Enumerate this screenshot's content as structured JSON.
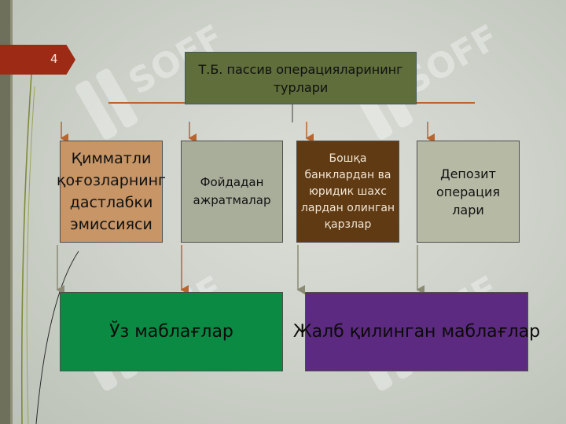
{
  "slide": {
    "page_number": "4",
    "watermark": "SOFF"
  },
  "diagram": {
    "title": "Т.Б. пассив операцияларининг\nтурлари",
    "sources": [
      {
        "label": "Қимматли\nқоғозларнинг\nдастлабки\nэмиссияси"
      },
      {
        "label": "Фойдадан\nажратмалар"
      },
      {
        "label": "Бошқа\nбанклардан ва\nюридик шахс\nлардан олинган\nқарзлар"
      },
      {
        "label": "Депозит\nоперация\nлари"
      }
    ],
    "targets": [
      {
        "label": "Ўз маблағлар"
      },
      {
        "label": "Жалб қилинган маблағлар"
      }
    ]
  },
  "colors": {
    "title_box": "#5f6e3a",
    "box_1": "#c79566",
    "box_2": "#a9ae9b",
    "box_3": "#603a12",
    "box_4": "#b6b9a4",
    "own_funds": "#0a8a43",
    "attracted_funds": "#5c2a80",
    "connector": "#b8652e",
    "page_badge": "#9c2a14"
  }
}
